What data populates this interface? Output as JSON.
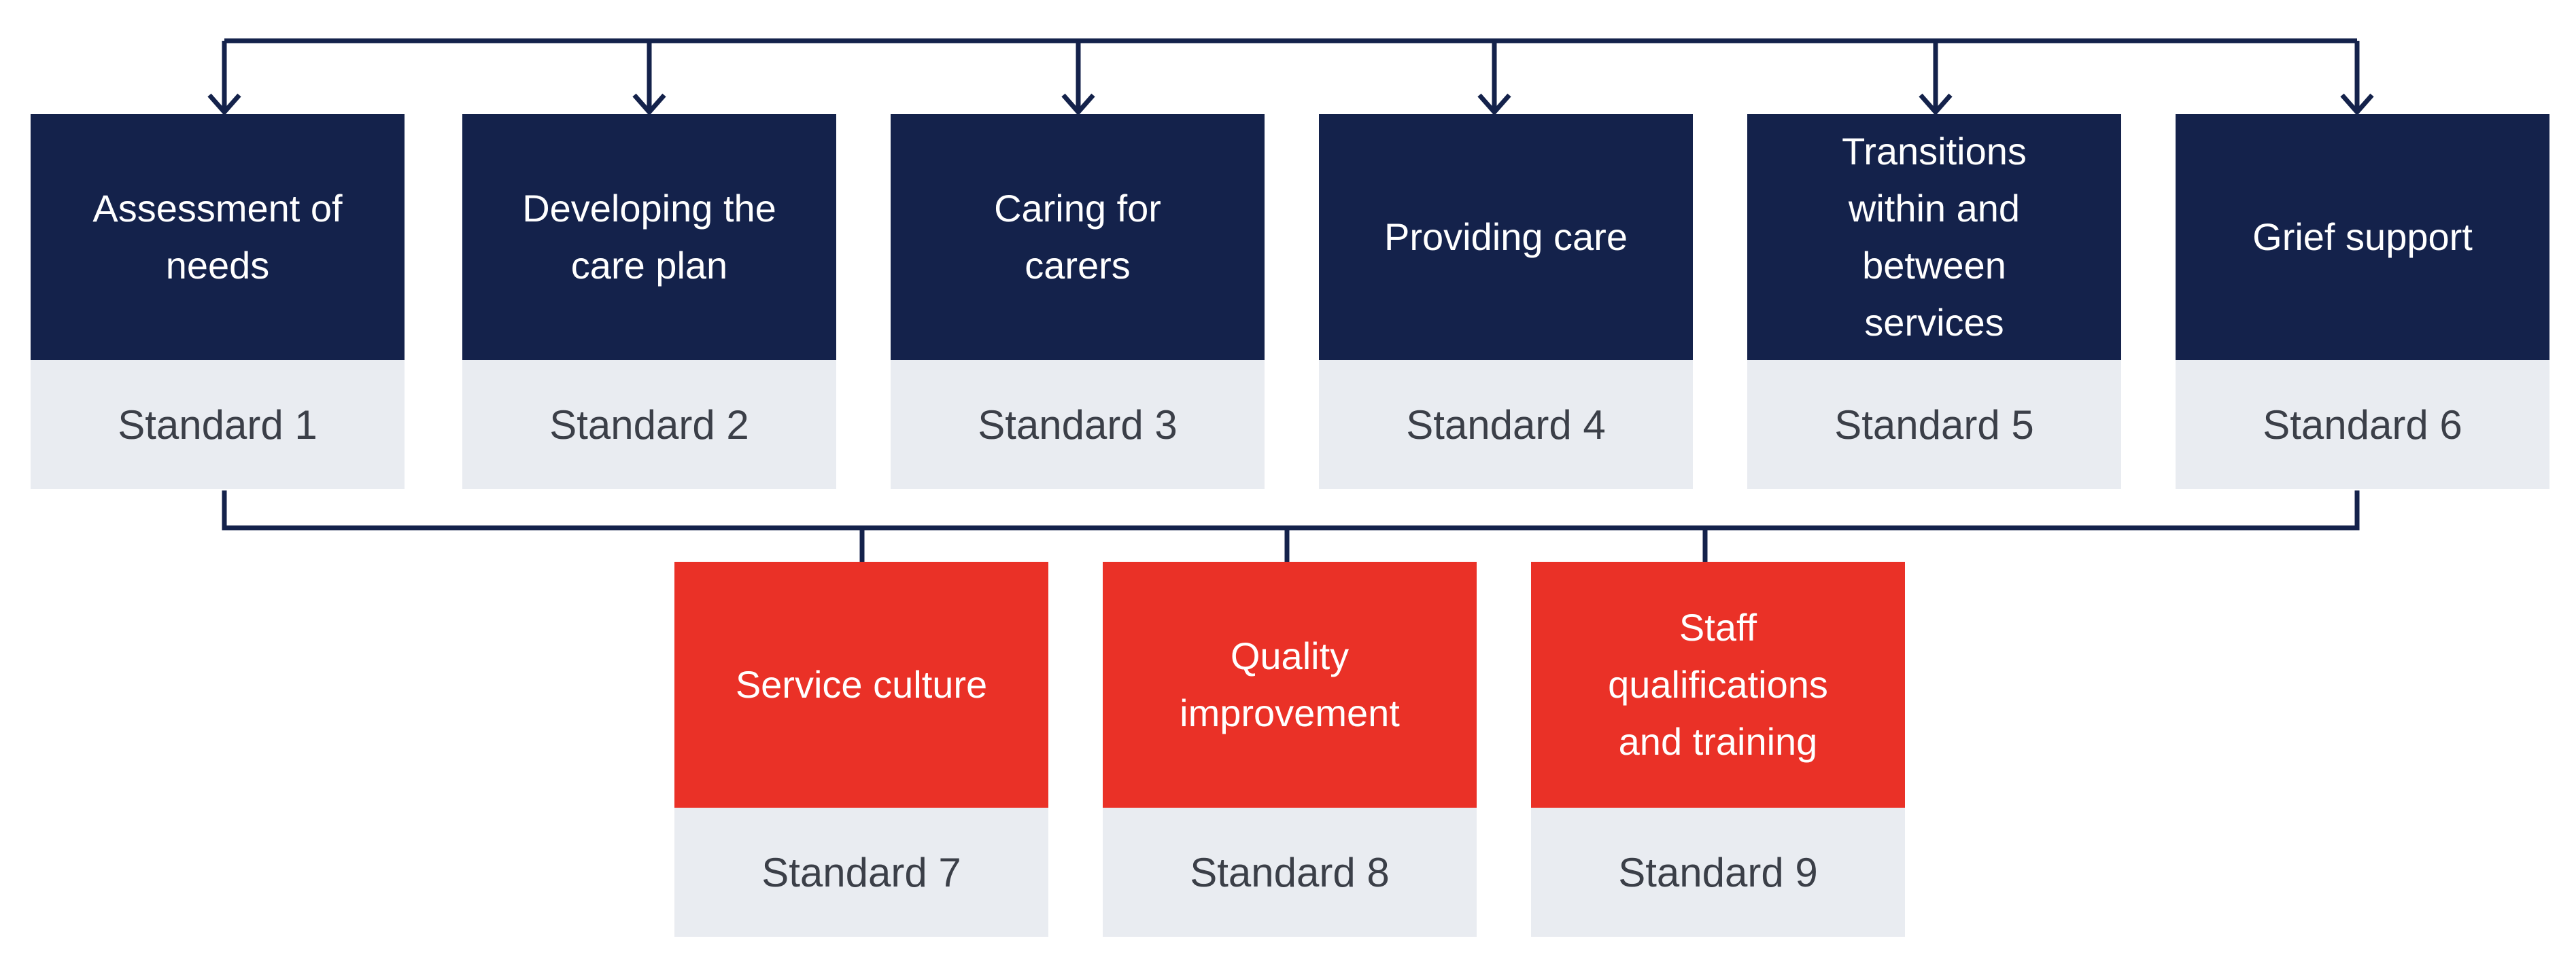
{
  "top_row": [
    {
      "title": "Assessment of\nneeds",
      "standard": "Standard 1"
    },
    {
      "title": "Developing the\ncare plan",
      "standard": "Standard 2"
    },
    {
      "title": "Caring for\ncarers",
      "standard": "Standard 3"
    },
    {
      "title": "Providing care",
      "standard": "Standard 4"
    },
    {
      "title": "Transitions\nwithin and\nbetween\nservices",
      "standard": "Standard 5"
    },
    {
      "title": "Grief support",
      "standard": "Standard 6"
    }
  ],
  "bottom_row": [
    {
      "title": "Service culture",
      "standard": "Standard 7"
    },
    {
      "title": "Quality\nimprovement",
      "standard": "Standard 8"
    },
    {
      "title": "Staff\nqualifications\nand training",
      "standard": "Standard 9"
    }
  ],
  "colors": {
    "navy": "#14224b",
    "red": "#ea3127",
    "label_bg": "#e9ecf1",
    "label_text": "#3b3f48",
    "connector": "#14224b"
  }
}
